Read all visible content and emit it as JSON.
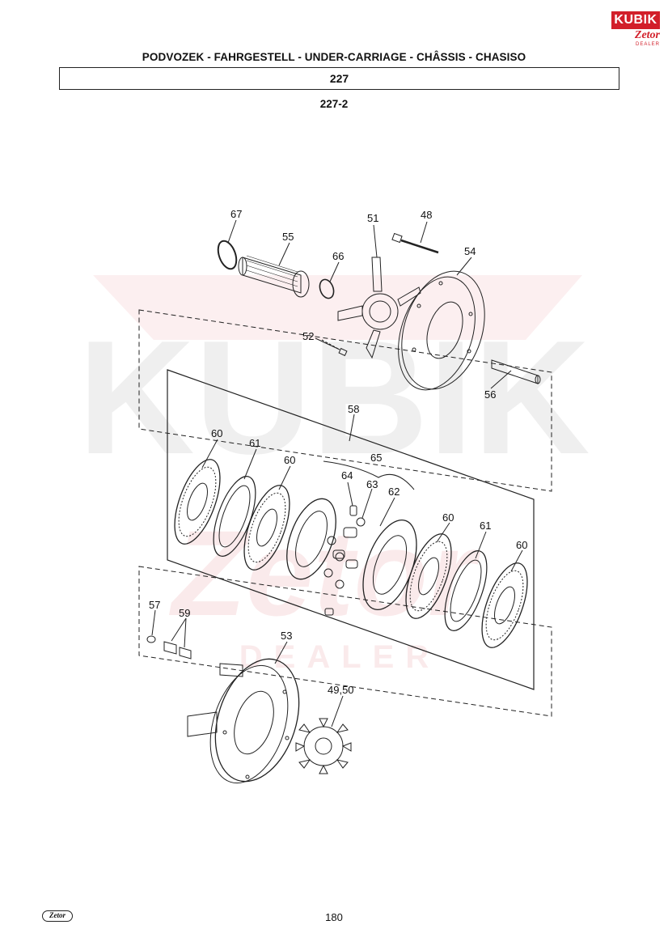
{
  "header": {
    "title": "PODVOZEK - FAHRGESTELL - UNDER-CARRIAGE - CHÂSSIS - CHASISO",
    "section": "227",
    "subsection": "227-2"
  },
  "logo": {
    "brand": "KUBIK",
    "sub": "Zetor",
    "tag": "DEALER",
    "color_primary": "#d21f2a"
  },
  "watermark": {
    "line1": "KUBIK",
    "line2": "Zetor",
    "line3": "DEALER"
  },
  "callouts": [
    {
      "id": "67",
      "label": "67"
    },
    {
      "id": "55",
      "label": "55"
    },
    {
      "id": "51",
      "label": "51"
    },
    {
      "id": "48",
      "label": "48"
    },
    {
      "id": "66",
      "label": "66"
    },
    {
      "id": "54",
      "label": "54"
    },
    {
      "id": "52",
      "label": "52"
    },
    {
      "id": "56",
      "label": "56"
    },
    {
      "id": "58",
      "label": "58"
    },
    {
      "id": "60a",
      "label": "60"
    },
    {
      "id": "61a",
      "label": "61"
    },
    {
      "id": "60b",
      "label": "60"
    },
    {
      "id": "65",
      "label": "65"
    },
    {
      "id": "64",
      "label": "64"
    },
    {
      "id": "63",
      "label": "63"
    },
    {
      "id": "62",
      "label": "62"
    },
    {
      "id": "60c",
      "label": "60"
    },
    {
      "id": "61b",
      "label": "61"
    },
    {
      "id": "60d",
      "label": "60"
    },
    {
      "id": "57",
      "label": "57"
    },
    {
      "id": "59",
      "label": "59"
    },
    {
      "id": "53",
      "label": "53"
    },
    {
      "id": "4950",
      "label": "49,50"
    }
  ],
  "footer": {
    "page_number": "180",
    "logo_text": "Zetor"
  }
}
